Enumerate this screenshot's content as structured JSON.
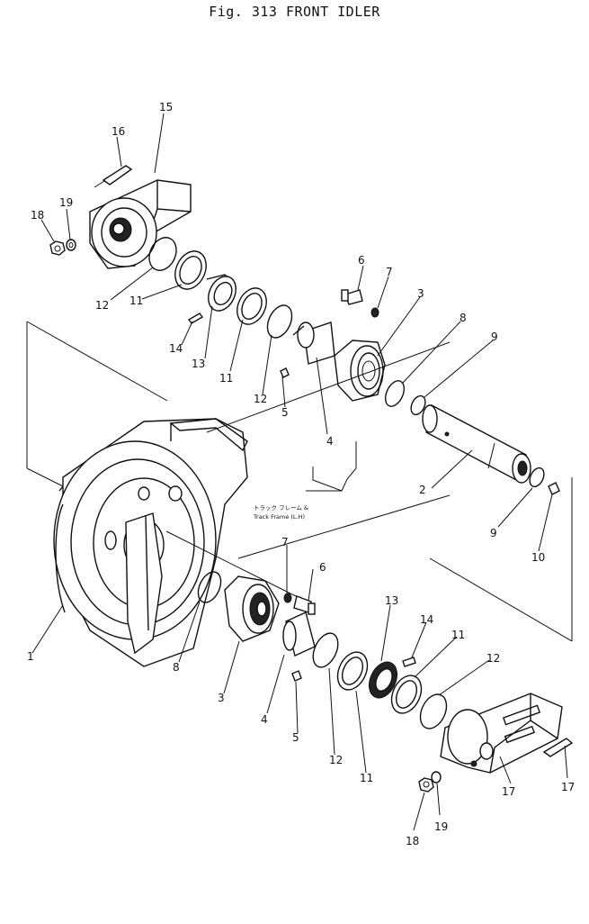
{
  "figure": {
    "title": "Fig. 313   FRONT IDLER"
  },
  "note": {
    "line1": "トラック フレーム  &",
    "line2": "Track Frame (L.H)"
  },
  "callouts": [
    "1",
    "2",
    "3",
    "3",
    "4",
    "4",
    "5",
    "5",
    "6",
    "6",
    "7",
    "7",
    "8",
    "8",
    "9",
    "9",
    "10",
    "11",
    "11",
    "11",
    "11",
    "12",
    "12",
    "12",
    "12",
    "13",
    "13",
    "14",
    "14",
    "15",
    "16",
    "17",
    "17",
    "18",
    "18",
    "19",
    "19"
  ]
}
